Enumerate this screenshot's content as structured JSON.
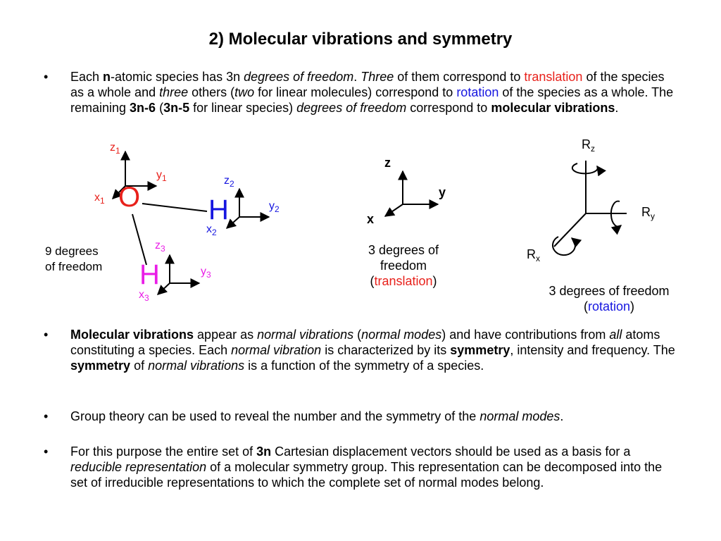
{
  "title": "2) Molecular vibrations and symmetry",
  "bullet_symbol": "•",
  "bullet1": {
    "t1": "Each ",
    "t2": "n",
    "t3": "-atomic species has 3n ",
    "t4": "degrees of freedom",
    "t5": ". ",
    "t6": "Three",
    "t7": " of them correspond to ",
    "t8": "translation",
    "t9": " of the species as a whole and ",
    "t10": "three",
    "t11": " others (",
    "t12": "two",
    "t13": " for linear molecules) correspond to ",
    "t14": "rotation",
    "t15": " of the species as a whole. The remaining ",
    "t16": "3n-6",
    "t17": " (",
    "t18": "3n-5",
    "t19": " for linear species) ",
    "t20": "degrees of freedom",
    "t21": " correspond to ",
    "t22": "molecular vibrations",
    "t23": "."
  },
  "water": {
    "atom_O": "O",
    "atom_H2": "H",
    "atom_H3": "H",
    "z": "z",
    "y": "y",
    "x": "x",
    "n1": "1",
    "n2": "2",
    "n3": "3",
    "dof_line1": "9 degrees",
    "dof_line2": "of freedom"
  },
  "translation": {
    "z": "z",
    "y": "y",
    "x": "x",
    "line1": "3 degrees of",
    "line2": "freedom",
    "paren_open": "(",
    "word": "translation",
    "paren_close": ")"
  },
  "rotation": {
    "R": "R",
    "rz": "z",
    "ry": "y",
    "rx": "x",
    "line1": "3 degrees of freedom",
    "paren_open": "(",
    "word": "rotation",
    "paren_close": ")"
  },
  "bullet2": {
    "t1": "Molecular vibrations",
    "t2": " appear as ",
    "t3": "normal vibrations",
    "t4": " (",
    "t5": "normal modes",
    "t6": ") and have contributions from ",
    "t7": "all",
    "t8": " atoms constituting a species. Each ",
    "t9": "normal vibration",
    "t10": " is characterized by its ",
    "t11": "symmetry",
    "t12": ", intensity and frequency.  The ",
    "t13": "symmetry",
    "t14": " of ",
    "t15": "normal vibrations",
    "t16": " is a function of the symmetry of a species."
  },
  "bullet3": {
    "t1": "Group theory can be used to reveal the number and the symmetry of the ",
    "t2": "normal modes",
    "t3": "."
  },
  "bullet4": {
    "t1": "For this purpose the entire set of ",
    "t2": "3n",
    "t3": " Cartesian displacement vectors should be used as a basis for a ",
    "t4": "reducible representation",
    "t5": " of a molecular symmetry group. This representation can be decomposed into the set of irreducible representations to which the complete set of normal modes belong."
  },
  "colors": {
    "red": "#e8211b",
    "blue": "#1616e0",
    "magenta": "#e91ee6"
  }
}
